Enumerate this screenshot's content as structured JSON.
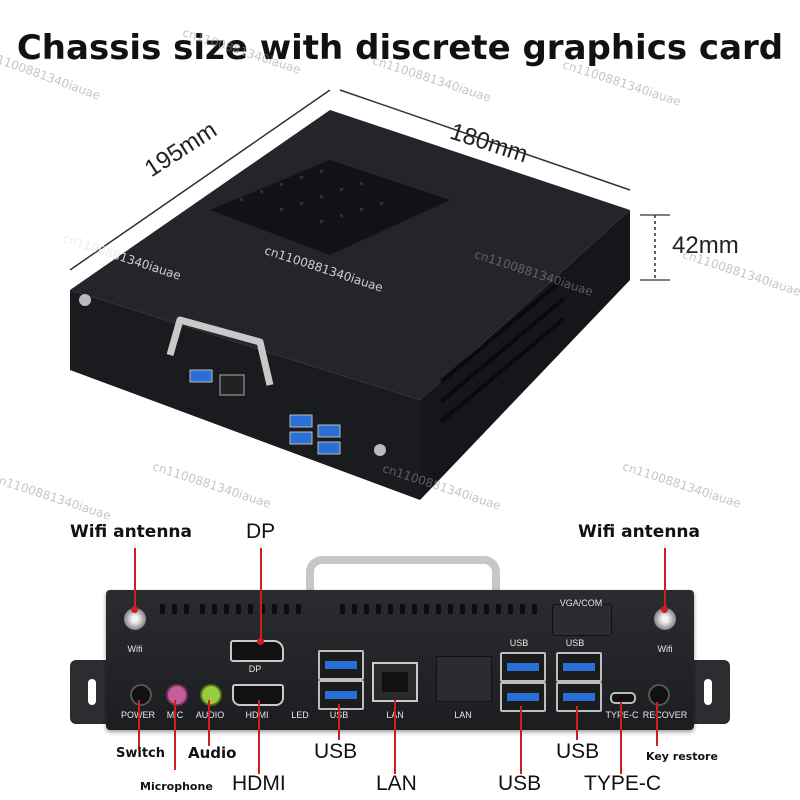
{
  "title": "Chassis size with discrete graphics card",
  "dimensions": {
    "depth": "195mm",
    "width": "180mm",
    "height": "42mm"
  },
  "watermark": "cn1100881340iauae",
  "callouts": {
    "wifi_left": "Wifi antenna",
    "wifi_right": "Wifi antenna",
    "dp": "DP",
    "switch": "Switch",
    "audio": "Audio",
    "microphone": "Microphone",
    "hdmi": "HDMI",
    "usb_a": "USB",
    "lan": "LAN",
    "usb_b": "USB",
    "usb_c": "USB",
    "type_c": "TYPE-C",
    "key_restore": "Key restore"
  },
  "panel_labels": {
    "wifi_left": "Wifi",
    "wifi_right": "Wifi",
    "dp": "DP",
    "power": "POWER",
    "mic": "MIC",
    "audio": "AUDIO",
    "hdmi": "HDMI",
    "led": "LED",
    "usb_a": "USB",
    "lan": "LAN",
    "lan2": "LAN",
    "usb_top_1": "USB",
    "usb_top_2": "USB",
    "vga_com": "VGA/COM",
    "type_c": "TYPE-C",
    "recover": "RECOVER"
  },
  "colors": {
    "callout_line": "#cc1f1f",
    "usb_blue": "#2a6fd6",
    "chassis": "#1f2023"
  }
}
